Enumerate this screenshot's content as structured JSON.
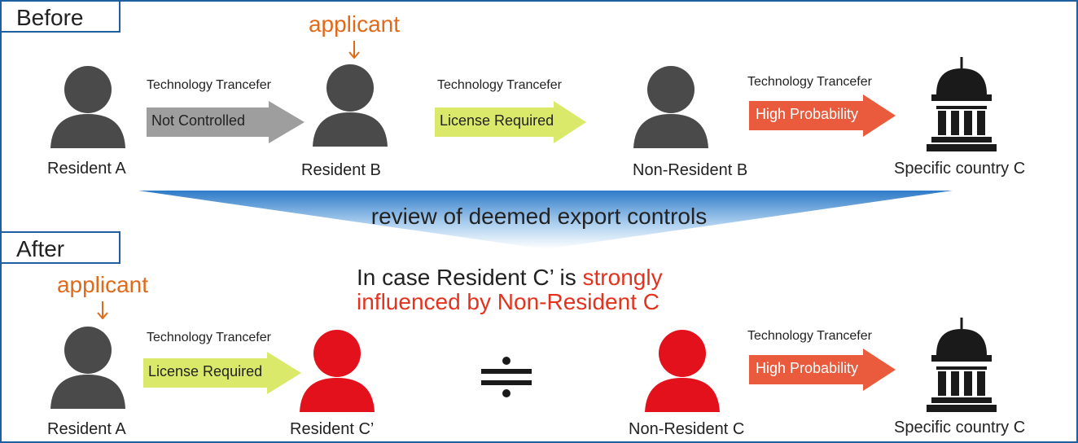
{
  "before": {
    "tab": "Before",
    "applicant": "applicant",
    "people": {
      "resident_a": "Resident A",
      "resident_b": "Resident B",
      "non_resident_b": "Non-Resident B",
      "country": "Specific country C"
    },
    "flows": [
      {
        "title": "Technology Trancefer",
        "label": "Not Controlled",
        "color": "#9e9e9e"
      },
      {
        "title": "Technology Trancefer",
        "label": "License Required",
        "color": "#dbe96a"
      },
      {
        "title": "Technology Trancefer",
        "label": "High Probability",
        "color": "#ea5a3c"
      }
    ]
  },
  "banner": {
    "text": "review of  deemed export controls",
    "color": "#2e7bc8"
  },
  "after": {
    "tab": "After",
    "applicant": "applicant",
    "note": {
      "line1_prefix": "In case Resident C’ is ",
      "line1_highlight": "strongly",
      "line2": "influenced by Non-Resident C"
    },
    "people": {
      "resident_a": "Resident A",
      "resident_c": "Resident C’",
      "non_resident_c": "Non-Resident C",
      "country": "Specific country C"
    },
    "flows": [
      {
        "title": "Technology Trancefer",
        "label": "License Required",
        "color": "#dbe96a"
      },
      {
        "title": "Technology Trancefer",
        "label": "High Probability",
        "color": "#ea5a3c"
      }
    ]
  },
  "colors": {
    "person_gray": "#4a4a4a",
    "person_red": "#e3111b",
    "applicant_orange": "#e06a1a",
    "frame_blue": "#1f5f9f",
    "highlight_red": "#e3331f"
  }
}
